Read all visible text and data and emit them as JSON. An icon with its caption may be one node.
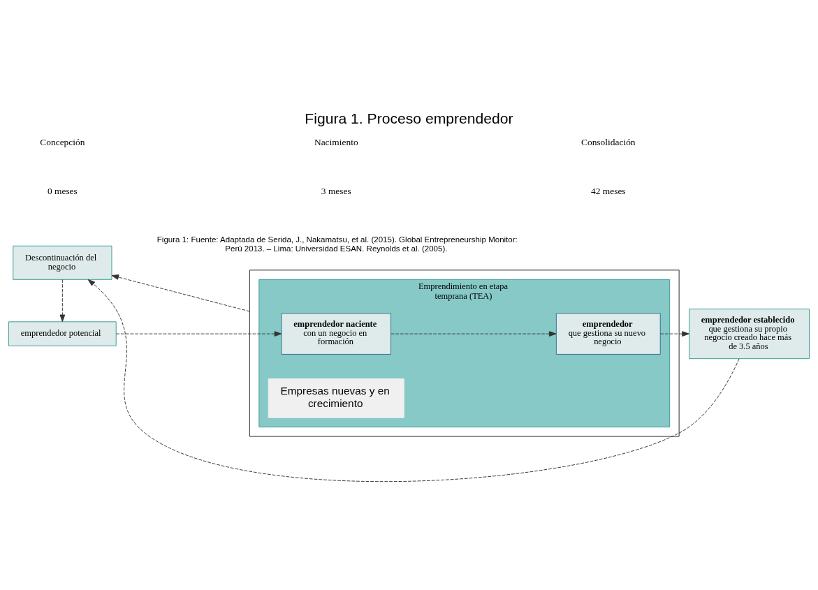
{
  "diagram": {
    "title": "Figura 1. Proceso emprendedor",
    "caption": "Figura 1: Fuente: Adaptada de Serida, J., Nakamatsu, et al. (2015). Global Entrepreneurship Monitor: Perú 2013. – Lima: Universidad ESAN. Reynolds et al. (2005).",
    "nodes": [
      {
        "text": [
          "Descontinuación del negocio"
        ]
      },
      {
        "text": [],
        "shape": "box"
      },
      {
        "text": [
          "Emprendimiento en etapa temprana (TEA)"
        ],
        "in": 1
      },
      {
        "text": [
          "emprendedor naciente",
          "con un negocio en formación"
        ],
        "in": 2
      },
      {
        "text": [
          "emprendedor",
          "que gestiona su nuevo negocio"
        ],
        "in": 2
      },
      {
        "text": [
          "Empresas nuevas y en crecimiento"
        ],
        "in": 2
      },
      {
        "text": [
          "emprendedor potencial"
        ]
      },
      {
        "text": [
          "emprendedor establecido",
          "que gestiona su propio negocio creado hace más de 3.5 años"
        ]
      }
    ],
    "edges": [
      {
        "from": 0,
        "to": 6,
        "arrow": "to",
        "style": "dashed"
      },
      {
        "from": 6,
        "to": 3,
        "arrow": "to",
        "style": "dashed"
      },
      {
        "from": 3,
        "to": 4,
        "arrow": "to",
        "style": "dashed"
      },
      {
        "from": 4,
        "to": 7,
        "arrow": "to",
        "style": "dashed"
      },
      {
        "from": 1,
        "to": 0,
        "arrow": "to",
        "style": "dashed"
      },
      {
        "from": 7,
        "to": 0,
        "arrow": "to",
        "style": "dashed"
      }
    ],
    "labels": [
      "Concepción",
      "Nacimiento",
      "Consolidación",
      "0 meses",
      "3 meses",
      "42 meses"
    ]
  }
}
